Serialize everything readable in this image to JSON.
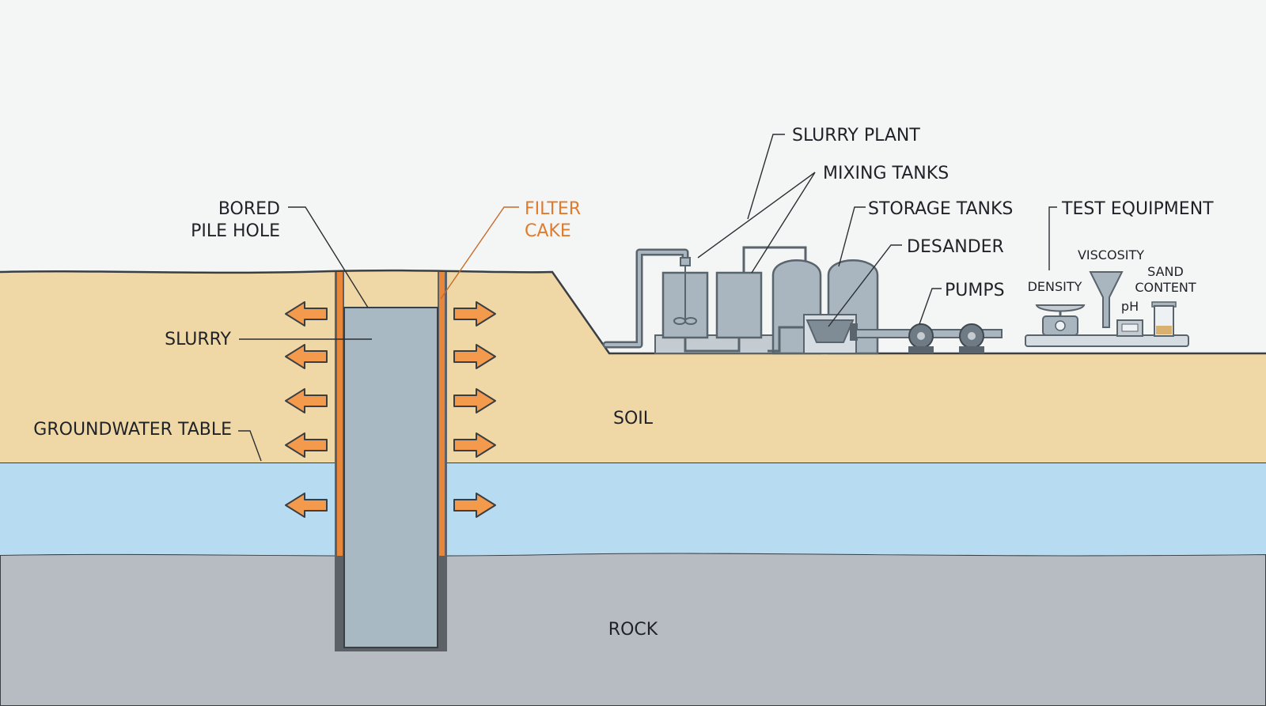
{
  "labels": {
    "bored_pile_hole_line1": "BORED",
    "bored_pile_hole_line2": "PILE HOLE",
    "filter_cake_line1": "FILTER",
    "filter_cake_line2": "CAKE",
    "slurry": "SLURRY",
    "groundwater_table": "GROUNDWATER TABLE",
    "soil": "SOIL",
    "rock": "ROCK",
    "slurry_plant": "SLURRY PLANT",
    "mixing_tanks": "MIXING TANKS",
    "storage_tanks": "STORAGE TANKS",
    "desander": "DESANDER",
    "pumps": "PUMPS",
    "test_equipment": "TEST EQUIPMENT",
    "viscosity": "VISCOSITY",
    "density": "DENSITY",
    "sand_content_line1": "SAND",
    "sand_content_line2": "CONTENT",
    "ph": "pH"
  },
  "colors": {
    "sky": "#f4f5f5",
    "soil": "#f0d8a6",
    "groundwater": "#b7dcf2",
    "rock": "#b7bcc3",
    "slurry": "#a9b9c3",
    "filter_cake": "#e8863a",
    "arrow": "#f39a4c",
    "equipment": "#a9b6bf",
    "label_orange": "#e07b2e"
  }
}
